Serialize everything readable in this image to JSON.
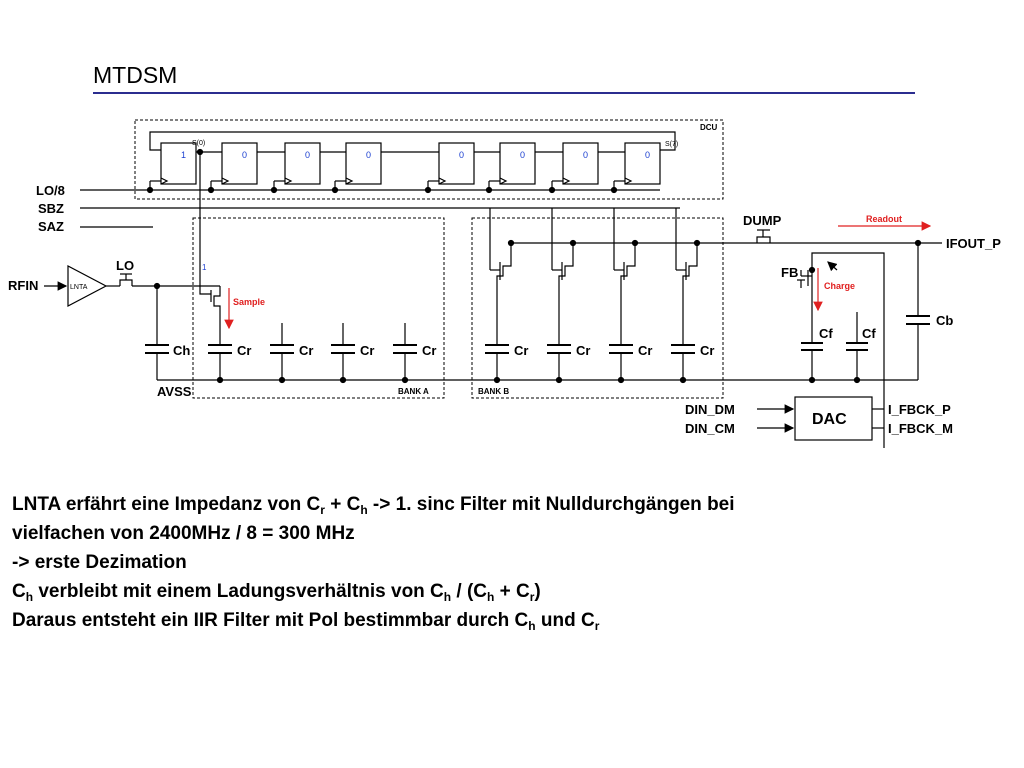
{
  "slide": {
    "title": "MTDSM"
  },
  "diagram": {
    "inputs": {
      "lo8": "LO/8",
      "sbz": "SBZ",
      "saz": "SAZ",
      "rfin": "RFIN"
    },
    "lnta": "LNTA",
    "lo": "LO",
    "dcu": {
      "label": "DCU",
      "s0": "S(0)",
      "s7": "S(7)",
      "flipflops": [
        "1",
        "0",
        "0",
        "0",
        "0",
        "0",
        "0",
        "0"
      ]
    },
    "wire_one": "1",
    "sample": "Sample",
    "ch": "Ch",
    "cr": "Cr",
    "avss": "AVSS",
    "bank_a": "BANK A",
    "bank_b": "BANK B",
    "dump": "DUMP",
    "readout": "Readout",
    "ifout_p": "IFOUT_P",
    "fb": "FB",
    "charge": "Charge",
    "cf": "Cf",
    "cb": "Cb",
    "dac": "DAC",
    "din_dm": "DIN_DM",
    "din_cm": "DIN_CM",
    "i_fbck_p": "I_FBCK_P",
    "i_fbck_m": "I_FBCK_M"
  },
  "text": {
    "l1_a": "LNTA erfährt eine Impedanz von C",
    "l1_s1": "r",
    "l1_b": " + C",
    "l1_s2": "h",
    "l1_c": " -> 1. sinc Filter mit Nulldurchgängen bei",
    "l2": "vielfachen von 2400MHz / 8 = 300 MHz",
    "l3": "-> erste Dezimation",
    "l4_a": "C",
    "l4_s1": "h",
    "l4_b": " verbleibt mit einem Ladungsverhältnis von C",
    "l4_s2": "h",
    "l4_c": " / (C",
    "l4_s3": "h",
    "l4_d": " + C",
    "l4_s4": "r",
    "l4_e": ")",
    "l5_a": "Daraus entsteht ein IIR Filter mit Pol bestimmbar durch C",
    "l5_s1": "h",
    "l5_b": " und C",
    "l5_s2": "r"
  },
  "colors": {
    "title_rule": "#2b2d8f",
    "red": "#e02020",
    "blue": "#1b3fd0"
  }
}
